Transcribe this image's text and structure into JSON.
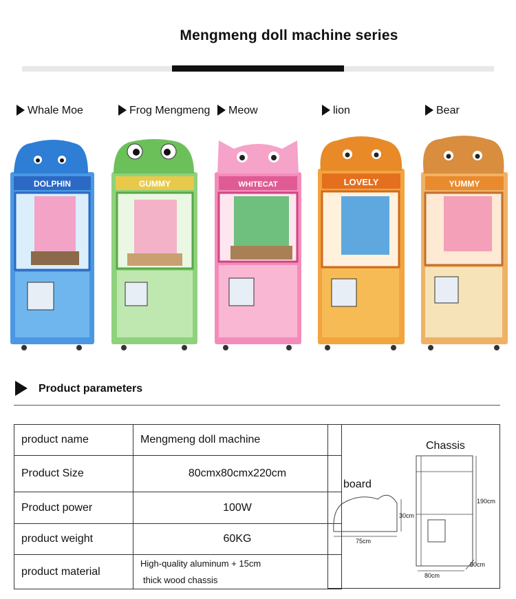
{
  "title": "Mengmeng doll machine series",
  "machines": [
    {
      "label": "Whale Moe",
      "color": "#3f8fe0",
      "sign": "DOLPHIN"
    },
    {
      "label": "Frog Mengmeng",
      "color": "#7cc96a",
      "sign": "GUMMY"
    },
    {
      "label": "Meow",
      "color": "#f07fb2",
      "sign": "WHITECAT"
    },
    {
      "label": "lion",
      "color": "#f2a23a",
      "sign": "LOVELY"
    },
    {
      "label": "Bear",
      "color": "#e9a85a",
      "sign": "YUMMY"
    }
  ],
  "section_title": "Product parameters",
  "params": [
    {
      "key": "product name",
      "value": "Mengmeng doll machine"
    },
    {
      "key": "Product Size",
      "value": "80cmx80cmx220cm"
    },
    {
      "key": "Product power",
      "value": "100W"
    },
    {
      "key": "product weight",
      "value": "60KG"
    },
    {
      "key": "product material",
      "value_line1": "High-quality aluminum + 15cm",
      "value_line2": "thick wood chassis"
    }
  ],
  "diagram": {
    "chassis_label": "Chassis",
    "board_label": "board",
    "board_height": "30cm",
    "board_width": "75cm",
    "chassis_height": "190cm",
    "chassis_width": "80cm",
    "chassis_depth": "80cm"
  }
}
